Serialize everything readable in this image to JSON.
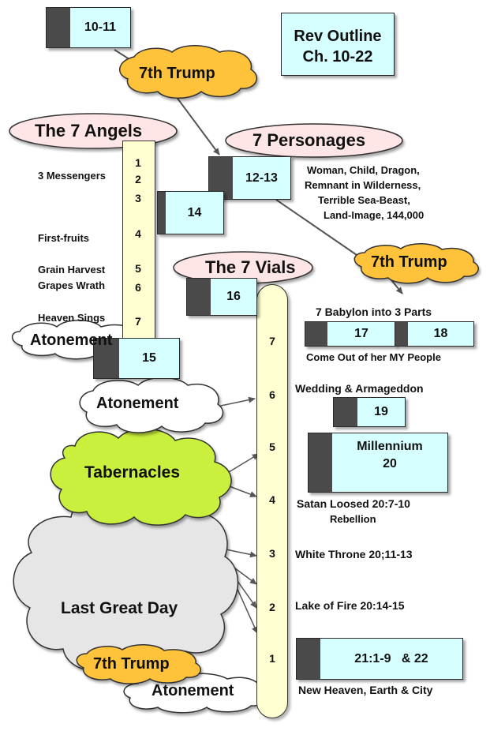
{
  "title": {
    "line1": "Rev Outline",
    "line2": "Ch. 10-22"
  },
  "chapters": {
    "c10_11": "10-11",
    "c12_13": "12-13",
    "c14": "14",
    "c15": "15",
    "c16": "16",
    "c17": "17",
    "c18": "18",
    "c19": "19",
    "c20a": "Millennium",
    "c20b": "20",
    "c21": "21:1-9   & 22"
  },
  "labels": {
    "seventh_trump": "7th Trump",
    "seven_angels": "The 7 Angels",
    "seven_personages": "7 Personages",
    "seven_vials": "The 7 Vials",
    "atonement": "Atonement",
    "tabernacles": "Tabernacles",
    "last_great_day": "Last Great Day"
  },
  "angels": {
    "n1": "1",
    "n2": "2",
    "n3": "3",
    "n4": "4",
    "n5": "5",
    "n6": "6",
    "n7": "7",
    "messengers": "3 Messengers",
    "firstfruits": "First-fruits",
    "grain": "Grain Harvest",
    "grapes": "Grapes Wrath",
    "heaven": "Heaven Sings"
  },
  "personages": {
    "line1": "Woman, Child, Dragon,",
    "line2": "Remnant in Wilderness,",
    "line3": "Terrible Sea-Beast,",
    "line4": "Land-Image, 144,000"
  },
  "vials": {
    "n7": "7",
    "n6": "6",
    "n5": "5",
    "n4": "4",
    "n3": "3",
    "n2": "2",
    "n1": "1"
  },
  "events": {
    "babylon": "7 Babylon into 3 Parts",
    "come_out": "Come Out of her MY People",
    "wedding": "Wedding & Armageddon",
    "satan": "Satan Loosed 20:7-10",
    "rebellion": "Rebellion",
    "white_throne": "White Throne 20;11-13",
    "lake": "Lake of Fire 20:14-15",
    "new_heaven": "New Heaven, Earth & City"
  },
  "colors": {
    "box_fill": "#d6ffff",
    "tab_fill": "#4a4a4a",
    "column_fill": "#ffffd2",
    "trump_fill": "#ffc23a",
    "angel_fill": "#ffe6e6",
    "tabernacles_fill": "#c8f03c",
    "last_day_fill": "#e6e6e6",
    "atonement_fill": "#ffffff"
  }
}
